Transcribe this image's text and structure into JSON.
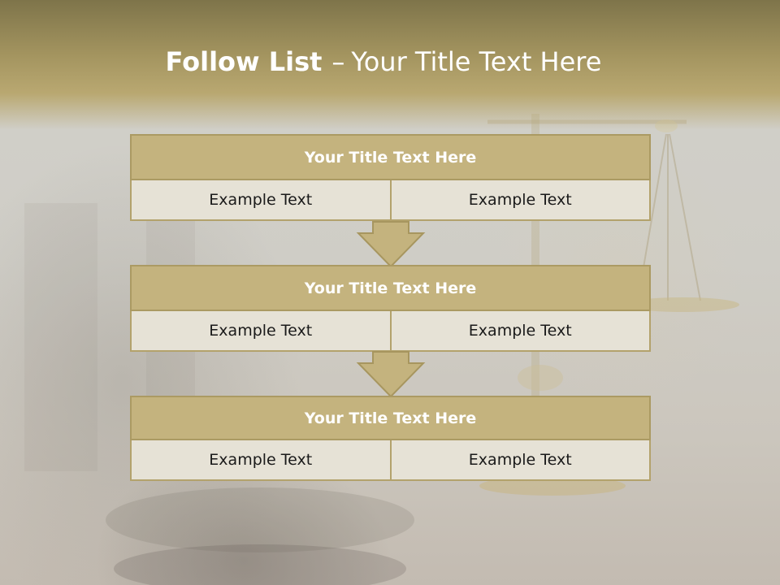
{
  "slide": {
    "title_bold": "Follow List",
    "title_dash": "–",
    "title_rest": "Your Title Text Here"
  },
  "flow": {
    "steps": [
      {
        "title": "Your Title Text Here",
        "left": "Example Text",
        "right": "Example Text"
      },
      {
        "title": "Your Title Text Here",
        "left": "Example Text",
        "right": "Example Text"
      },
      {
        "title": "Your Title Text Here",
        "left": "Example Text",
        "right": "Example Text"
      }
    ],
    "arrow_count": 2
  },
  "colors": {
    "header_band": "#a3945f",
    "box_title_fill": "#c4b37e",
    "box_border": "#ab9a63",
    "cell_fill": "#e6e2d6",
    "arrow_fill": "#c4b37e",
    "title_text": "#ffffff"
  },
  "background": {
    "image": "scales of justice and gavel (faded photo)"
  }
}
